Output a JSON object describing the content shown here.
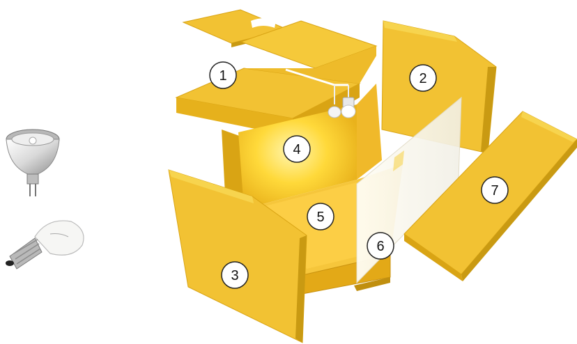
{
  "colors": {
    "panel_face": "#f2c233",
    "panel_light": "#f7d44e",
    "panel_edge": "#d9a414",
    "panel_dark": "#c08f0f",
    "glow": "#fff3a0",
    "glass": "#f3f1ea",
    "callout_fill": "#ffffff",
    "callout_stroke": "#222222"
  },
  "icons": {
    "halogen_bulb": "mr16-halogen-bulb-icon",
    "incandescent_bulb": "e14-incandescent-bulb-icon"
  },
  "callouts": [
    {
      "label": "1",
      "part": "top-panel"
    },
    {
      "label": "2",
      "part": "back-panel"
    },
    {
      "label": "3",
      "part": "left-side-panel"
    },
    {
      "label": "4",
      "part": "inner-back-wall"
    },
    {
      "label": "5",
      "part": "floor-panel"
    },
    {
      "label": "6",
      "part": "glass-front"
    },
    {
      "label": "7",
      "part": "right-side-panel"
    }
  ]
}
